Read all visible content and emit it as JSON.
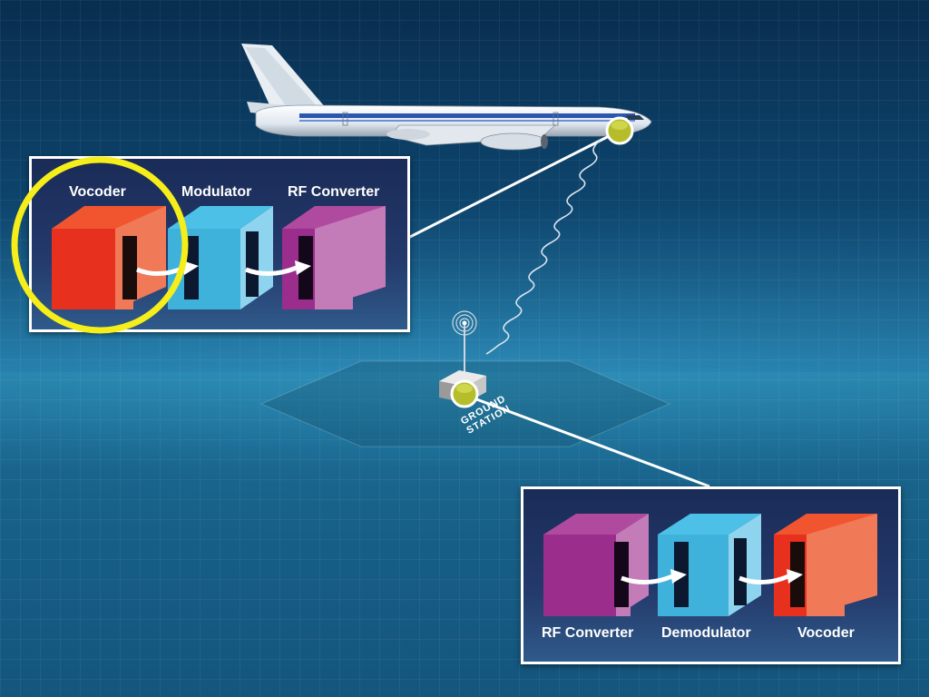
{
  "transmit_chain": {
    "blocks": [
      {
        "label": "Vocoder",
        "color": "#e8301f"
      },
      {
        "label": "Modulator",
        "color": "#3fb2dc"
      },
      {
        "label": "RF Converter",
        "color": "#9b2d8c"
      }
    ]
  },
  "receive_chain": {
    "blocks": [
      {
        "label": "RF Converter",
        "color": "#9b2d8c"
      },
      {
        "label": "Demodulator",
        "color": "#3fb2dc"
      },
      {
        "label": "Vocoder",
        "color": "#e8301f"
      }
    ]
  },
  "ground_station": {
    "line1": "GROUND",
    "line2": "STATION"
  },
  "colors": {
    "highlight_ring": "#f5ee1a",
    "node_dot": "#b5be2a",
    "link_line": "#ffffff"
  },
  "icons": [
    "airplane-icon",
    "antenna-icon",
    "signal-wave-icon",
    "arrow-icon"
  ]
}
